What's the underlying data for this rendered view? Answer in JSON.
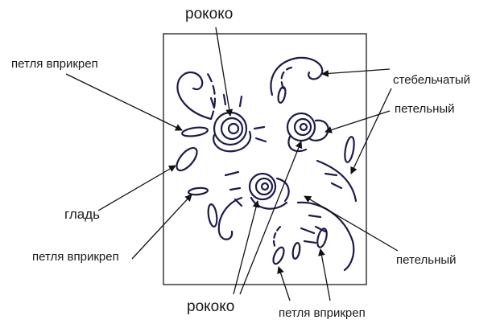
{
  "colors": {
    "frame": "#2a2a2a",
    "ornament": "#1e1a4a",
    "leader": "#111111",
    "text": "#1a1a1a"
  },
  "labels": {
    "rococo_top": "рококо",
    "rococo_bottom": "рококо",
    "loop_tack_1": "петля вприкреп",
    "loop_tack_2": "петля вприкреп",
    "loop_tack_3": "петля вприкреп",
    "stem": "стебельчатый",
    "buttonhole_1": "петельный",
    "buttonhole_2": "петельный",
    "satin": "гладь"
  }
}
